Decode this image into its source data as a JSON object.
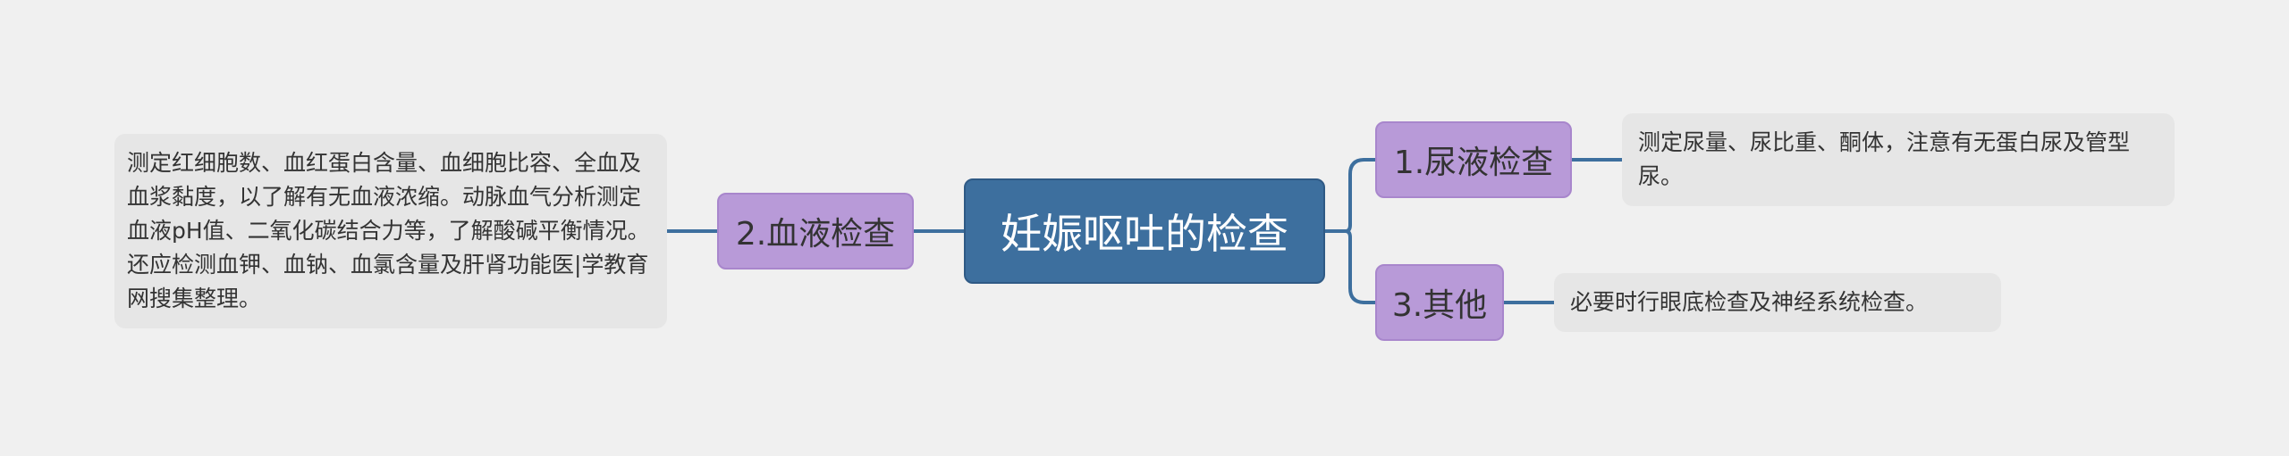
{
  "root": {
    "title": "妊娠呕吐的检查",
    "color": "#3d6f9e"
  },
  "branches": {
    "blood": {
      "label": "2.血液检查",
      "detail": "测定红细胞数、血红蛋白含量、血细胞比容、全血及血浆黏度，以了解有无血液浓缩。动脉血气分析测定血液pH值、二氧化碳结合力等，了解酸碱平衡情况。还应检测血钾、血钠、血氯含量及肝肾功能医|学教育网搜集整理。"
    },
    "urine": {
      "label": "1.尿液检查",
      "detail": "测定尿量、尿比重、酮体，注意有无蛋白尿及管型尿。"
    },
    "other": {
      "label": "3.其他",
      "detail": "必要时行眼底检查及神经系统检查。"
    }
  },
  "colors": {
    "branch": "#b89ad8",
    "leaf": "#e6e6e6",
    "connector": "#3d6f9e",
    "background": "#f0f0f0"
  }
}
